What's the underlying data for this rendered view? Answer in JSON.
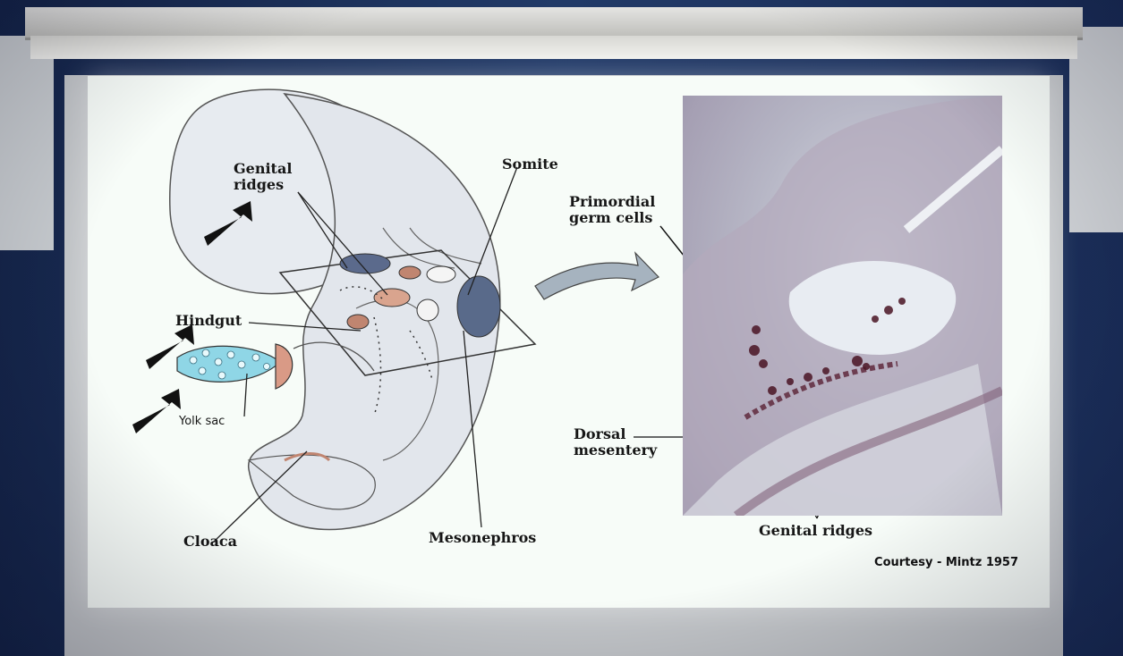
{
  "slide": {
    "labels": {
      "genital_ridges_left": "Genital\nridges",
      "somite": "Somite",
      "primordial_germ_cells": "Primordial\ngerm cells",
      "hindgut": "Hindgut",
      "yolk_sac": "Yolk sac",
      "dorsal_mesentery": "Dorsal\nmesentery",
      "cloaca": "Cloaca",
      "mesonephros": "Mesonephros",
      "genital_ridges_right": "Genital ridges"
    },
    "credit": "Courtesy - Mintz 1957"
  },
  "colors": {
    "slide_bg": "#f7fcf8",
    "embryo_fill": "#e4e8ee",
    "yolk_sac_fill": "#8fd6e6",
    "cloaca_fill": "#d99a86",
    "mesonephros_fill": "#596a8a",
    "tissue_stain": "#6a2a3c"
  }
}
